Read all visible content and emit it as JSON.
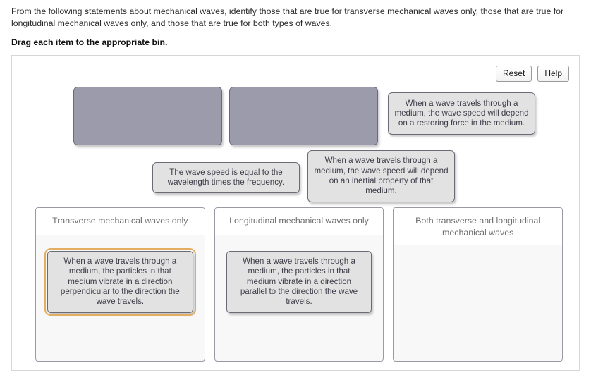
{
  "prompt": {
    "question": "From the following statements about mechanical waves, identify those that are true for transverse mechanical waves only, those that are true for longitudinal mechanical waves only, and those that are true for both types of waves.",
    "instruction": "Drag each item to the appropriate bin."
  },
  "toolbar": {
    "reset_label": "Reset",
    "help_label": "Help"
  },
  "staging": {
    "placeholders": [
      {
        "name": "empty-slot-1"
      },
      {
        "name": "empty-slot-2"
      }
    ],
    "items": [
      {
        "id": "restoring-force",
        "text": "When a wave travels through a medium, the wave speed will depend on a restoring force in the medium."
      },
      {
        "id": "wave-speed-equal",
        "text": "The wave speed is equal to the wavelength times the frequency."
      },
      {
        "id": "inertial-property",
        "text": "When a wave travels through a medium, the wave speed will depend on an inertial property of that medium."
      }
    ]
  },
  "bins": [
    {
      "id": "transverse-only",
      "title": "Transverse mechanical waves only",
      "items": [
        {
          "id": "perpendicular-vibration",
          "text": "When a wave travels through a medium, the particles in that medium vibrate in a direction perpendicular to the direction the wave travels.",
          "selected": true
        }
      ]
    },
    {
      "id": "longitudinal-only",
      "title": "Longitudinal mechanical waves only",
      "items": [
        {
          "id": "parallel-vibration",
          "text": "When a wave travels through a medium, the particles in that medium vibrate in a direction parallel to the direction the wave travels.",
          "selected": false
        }
      ]
    },
    {
      "id": "both-types",
      "title": "Both transverse and longitudinal mechanical waves",
      "items": []
    }
  ],
  "colors": {
    "placeholder_fill": "#9b9bab",
    "item_fill": "#e2e2e2",
    "item_border": "#6b6b78",
    "selection_ring": "#e3ae62",
    "panel_border": "#d6d6d6",
    "bin_border": "#9a9aa6",
    "bin_body": "#f8f8f8"
  }
}
